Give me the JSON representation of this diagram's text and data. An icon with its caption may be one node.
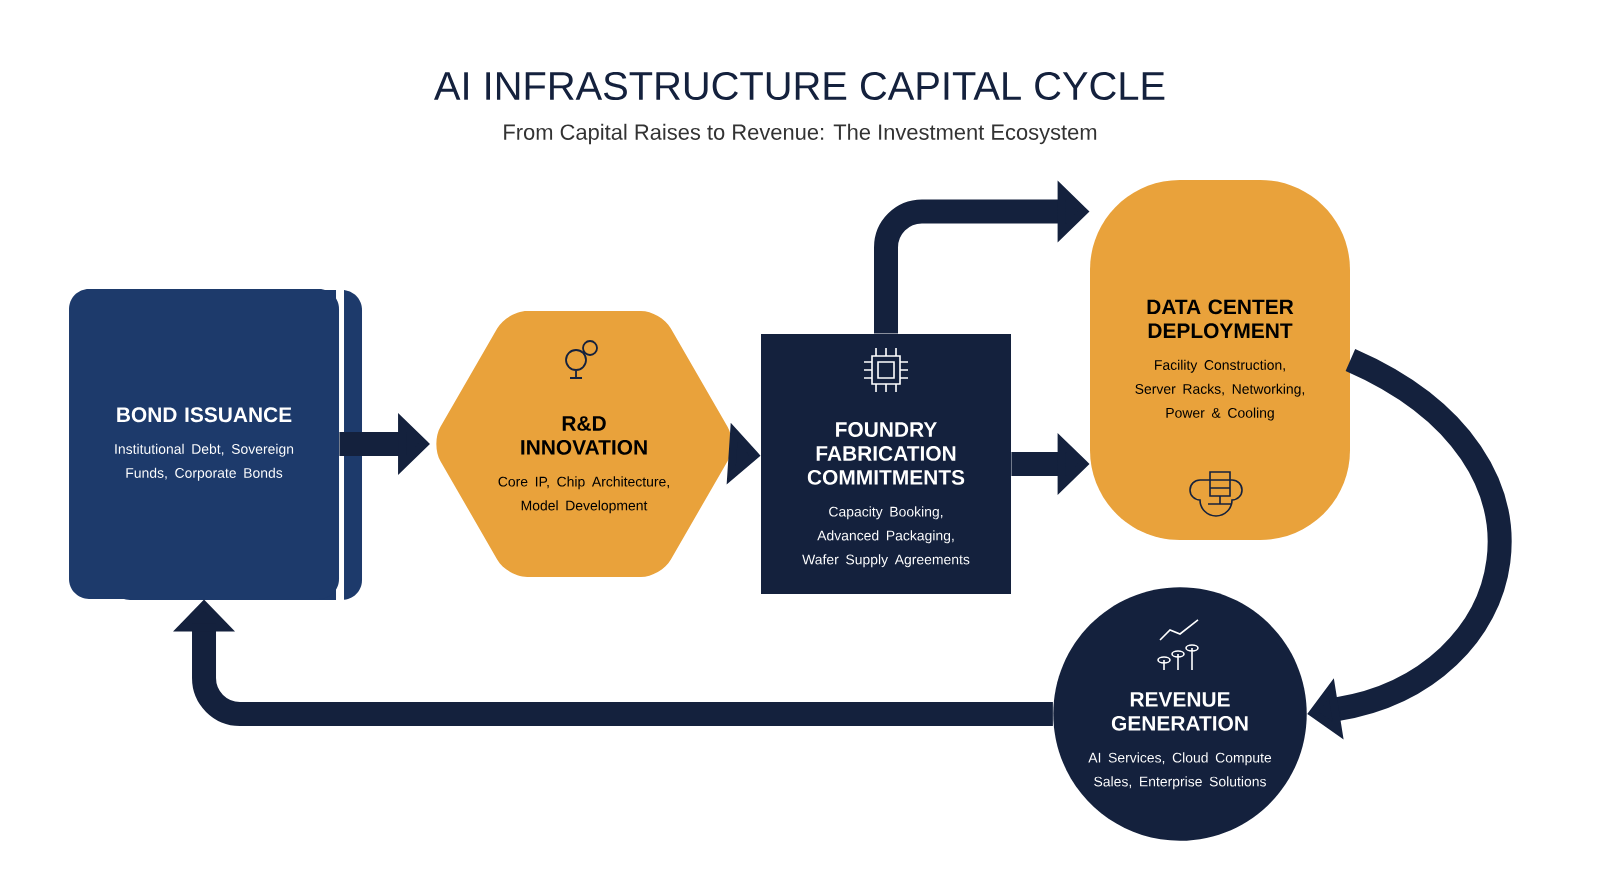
{
  "diagram": {
    "title": "AI INFRASTRUCTURE CAPITAL CYCLE",
    "caption": "From Capital Raises to Revenue: The Investment Ecosystem",
    "nodes": [
      {
        "text": [
          "BOND ISSUANCE",
          "Institutional Debt, Sovereign Funds, Corporate Bonds"
        ]
      },
      {
        "text": [
          "R&D INNOVATION",
          "Core IP, Chip Architecture, Model Development"
        ]
      },
      {
        "text": [
          "FOUNDRY FABRICATION COMMITMENTS",
          "Capacity Booking, Advanced Packaging, Wafer Supply Agreements"
        ]
      },
      {
        "text": [
          "DATA CENTER DEPLOYMENT",
          "Facility Construction, Server Racks, Networking, Power & Cooling"
        ]
      },
      {
        "text": [
          "REVENUE GENERATION",
          "AI Services, Cloud Compute Sales, Enterprise Solutions"
        ]
      }
    ],
    "edges": [
      {
        "from": 0,
        "to": 1,
        "arrow": "to"
      },
      {
        "from": 1,
        "to": 2,
        "arrow": "to"
      },
      {
        "from": 2,
        "to": 3,
        "arrow": "to"
      },
      {
        "from": 2,
        "to": 3,
        "arrow": "to"
      },
      {
        "from": 3,
        "to": 4,
        "arrow": "to"
      },
      {
        "from": 4,
        "to": 0,
        "arrow": "to"
      }
    ]
  }
}
